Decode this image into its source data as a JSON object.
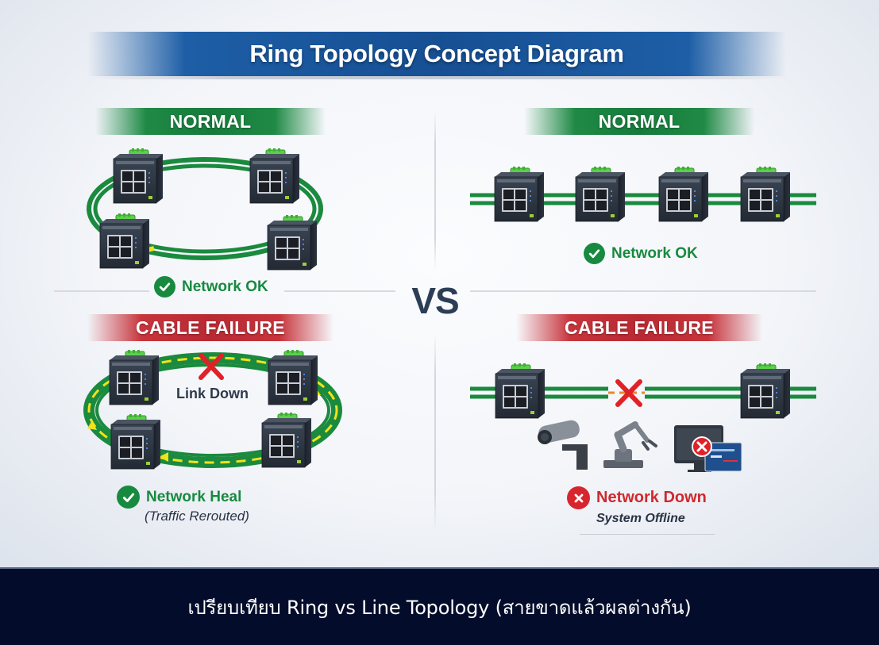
{
  "title": "Ring Topology Concept Diagram",
  "vs_label": "VS",
  "ring": {
    "normal": {
      "banner": "NORMAL",
      "status": "Network OK",
      "status_icon": "check-circle-icon"
    },
    "failure": {
      "banner": "CABLE FAILURE",
      "link_label": "Link Down",
      "status": "Network Heal",
      "status_sub": "(Traffic Rerouted)",
      "status_icon": "check-circle-icon"
    }
  },
  "line": {
    "normal": {
      "banner": "NORMAL",
      "status": "Network OK",
      "status_icon": "check-circle-icon"
    },
    "failure": {
      "banner": "CABLE FAILURE",
      "status": "Network Down",
      "status_sub": "System Offline",
      "status_icon": "x-circle-icon",
      "affected_devices": [
        "cctv-camera",
        "robot-arm",
        "hmi-monitor"
      ]
    }
  },
  "colors": {
    "title_blue": "#174f93",
    "ok_green": "#178a3f",
    "cable_green": "#1a8a3e",
    "fail_red": "#c7343c",
    "traffic_yellow": "#f2e21a",
    "switch_body": "#2c3440",
    "footer_bg": "#040c2b"
  },
  "footer": {
    "caption": "เปรียบเทียบ Ring vs Line Topology (สายขาดแล้วผลต่างกัน)"
  }
}
